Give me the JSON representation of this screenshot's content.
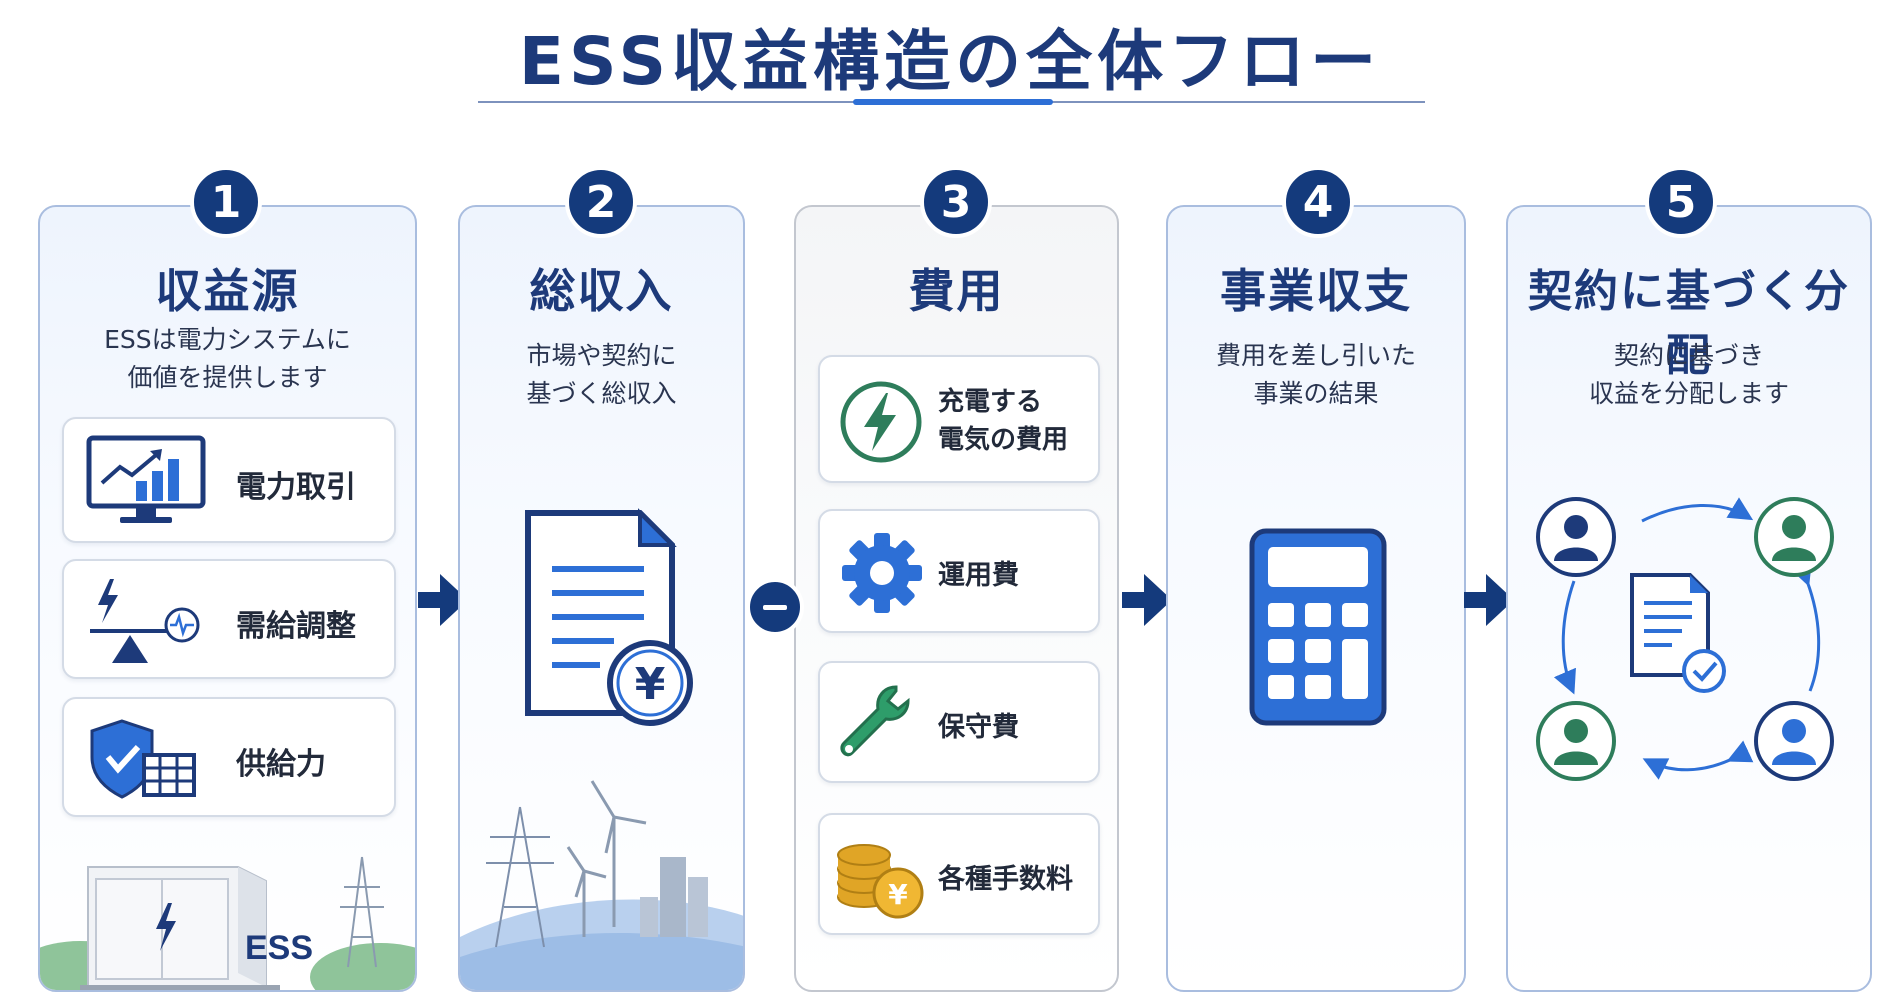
{
  "title": "ESS収益構造の全体フロー",
  "colors": {
    "navy": "#143a7c",
    "blue": "#2d6fd6",
    "green": "#2e7d5b",
    "gold": "#e0a526"
  },
  "steps": [
    {
      "number": "1",
      "title": "収益源",
      "desc_lines": [
        "ESSは電力システムに",
        "価値を提供します"
      ],
      "items": [
        {
          "label": "電力取引",
          "icon": "monitor-chart-icon"
        },
        {
          "label": "需給調整",
          "icon": "balance-icon"
        },
        {
          "label": "供給力",
          "icon": "shield-grid-icon"
        }
      ],
      "container_label": "ESS"
    },
    {
      "number": "2",
      "title": "総収入",
      "desc_lines": [
        "市場や契約に",
        "基づく総収入"
      ],
      "icon": "document-yen-icon",
      "yen_symbol": "¥"
    },
    {
      "number": "3",
      "title": "費用",
      "items": [
        {
          "label_lines": [
            "充電する",
            "電気の費用"
          ],
          "icon": "lightning-icon"
        },
        {
          "label": "運用費",
          "icon": "gear-icon"
        },
        {
          "label": "保守費",
          "icon": "wrench-icon"
        },
        {
          "label": "各種手数料",
          "icon": "coins-yen-icon",
          "yen_symbol": "¥"
        }
      ]
    },
    {
      "number": "4",
      "title": "事業収支",
      "desc_lines": [
        "費用を差し引いた",
        "事業の結果"
      ],
      "icon": "calculator-icon"
    },
    {
      "number": "5",
      "title": "契約に基づく分配",
      "desc_lines": [
        "契約に基づき",
        "収益を分配します"
      ],
      "icon": "distribution-cycle-icon"
    }
  ]
}
